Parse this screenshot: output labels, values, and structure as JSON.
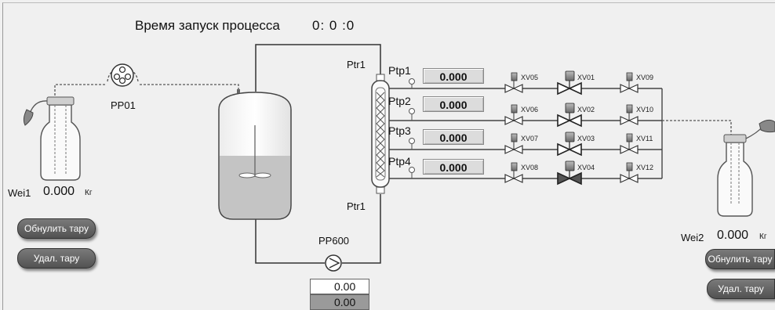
{
  "header": {
    "title": "Время запуск процесса",
    "timer": "0: 0 :0"
  },
  "pumps": {
    "pp01": "PP01",
    "pp600": "PP600"
  },
  "reactor": {
    "ptr_top": "Ptr1",
    "ptr_bottom": "Ptr1"
  },
  "pressure": [
    {
      "label": "Ptp1",
      "value": "0.000"
    },
    {
      "label": "Ptp2",
      "value": "0.000"
    },
    {
      "label": "Ptp3",
      "value": "0.000"
    },
    {
      "label": "Ptp4",
      "value": "0.000"
    }
  ],
  "valves": {
    "col1": [
      "XV05",
      "XV06",
      "XV07",
      "XV08"
    ],
    "col2": [
      "XV01",
      "XV02",
      "XV03",
      "XV04"
    ],
    "col3": [
      "XV09",
      "XV10",
      "XV11",
      "XV12"
    ]
  },
  "scale_left": {
    "label": "Wei1",
    "value": "0.000",
    "unit": "Кг",
    "tare_button": "Обнулить тару",
    "remove_button": "Удал. тару"
  },
  "scale_right": {
    "label": "Wei2",
    "value": "0.000",
    "unit": "Кг",
    "tare_button": "Обнулить тару",
    "remove_button": "Удал. тару"
  },
  "flow": {
    "value1": "0.00",
    "value2": "0.00"
  },
  "colors": {
    "background": "#f0f0f0",
    "liquid": "#c4c4c4",
    "button": "#5e5e5e"
  }
}
